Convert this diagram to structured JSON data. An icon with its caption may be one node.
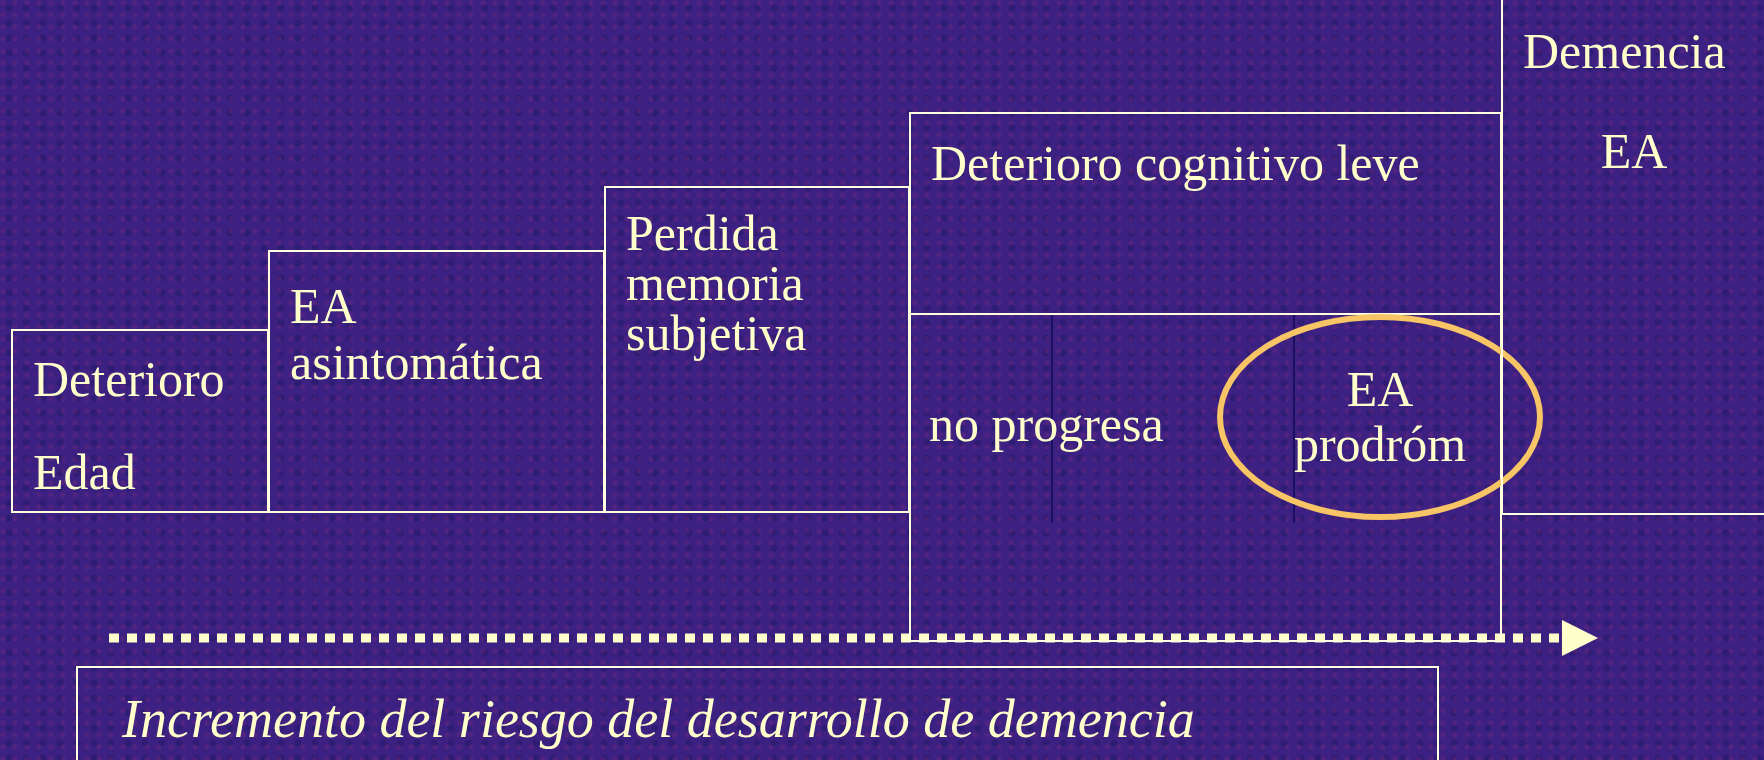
{
  "diagram": {
    "nodes": [
      {
        "text": [
          "Deterioro",
          "Edad"
        ]
      },
      {
        "text": [
          "EA asintomática"
        ]
      },
      {
        "text": [
          "Perdida memoria subjetiva"
        ]
      },
      {
        "text": [
          "Deterioro cognitivo leve"
        ]
      },
      {
        "text": [
          "no progresa"
        ],
        "in": 3
      },
      {
        "text": [
          "EA prodróm"
        ]
      },
      {
        "text": [
          "Demencia",
          "EA"
        ]
      },
      {
        "text": [
          "Incremento del riesgo del desarrollo de demencia"
        ]
      }
    ]
  }
}
